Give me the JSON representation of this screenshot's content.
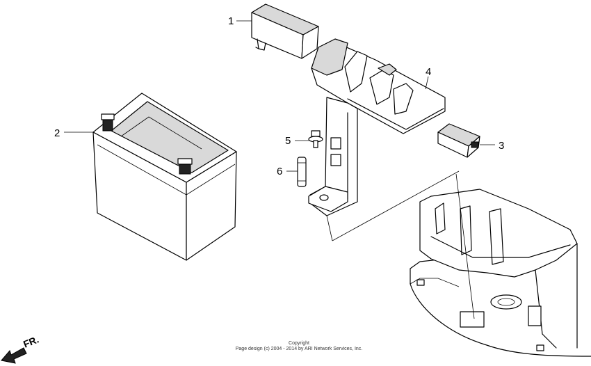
{
  "callouts": [
    {
      "id": "1",
      "label": "1"
    },
    {
      "id": "2",
      "label": "2"
    },
    {
      "id": "3",
      "label": "3"
    },
    {
      "id": "4",
      "label": "4"
    },
    {
      "id": "5",
      "label": "5"
    },
    {
      "id": "6",
      "label": "6"
    }
  ],
  "front_marker": "FR.",
  "copyright": {
    "line1": "Copyright",
    "line2": "Page design (c) 2004 - 2014 by ARI Network Services, Inc."
  }
}
